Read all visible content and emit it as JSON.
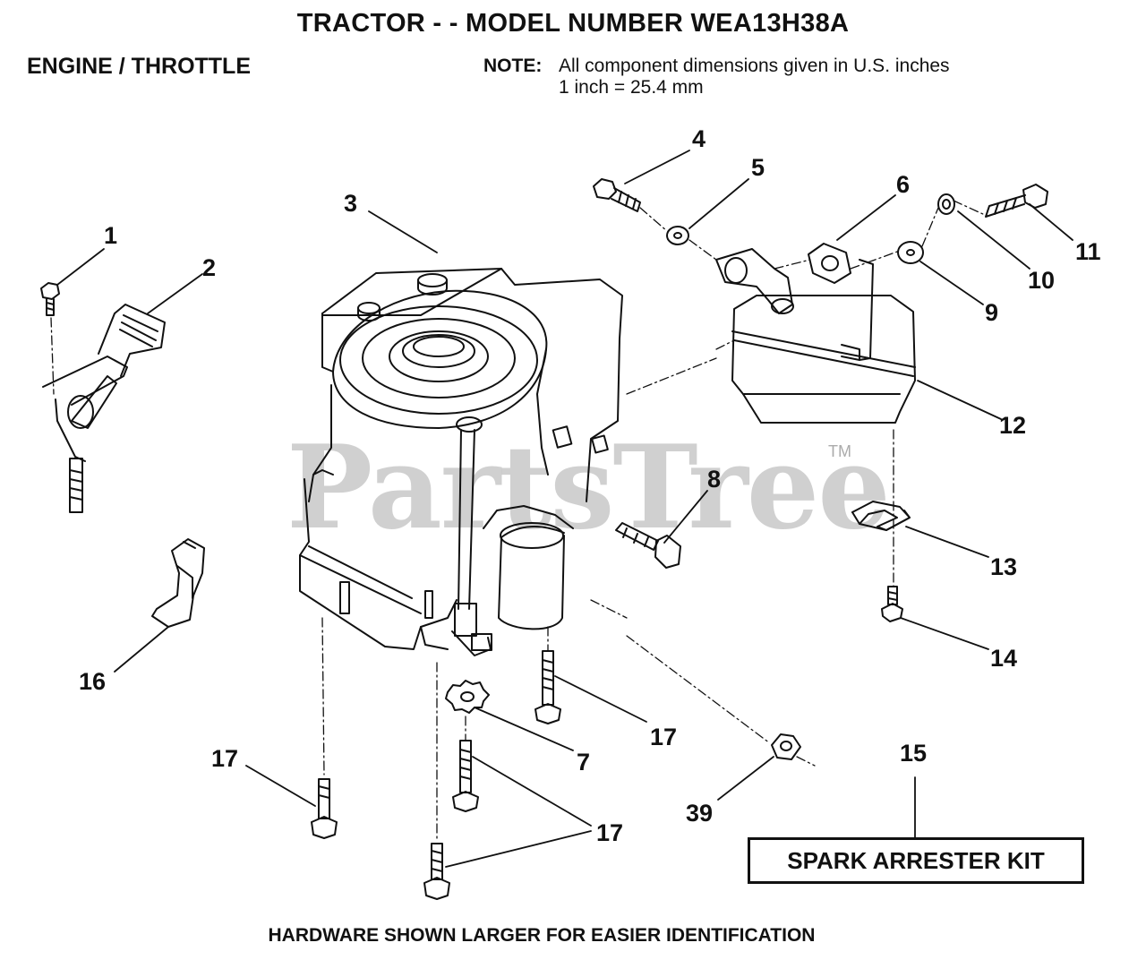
{
  "header": {
    "title": "TRACTOR - - MODEL NUMBER WEA13H38A",
    "section": "ENGINE / THROTTLE",
    "note_label": "NOTE:",
    "note_line1": "All component dimensions given in U.S. inches",
    "note_line2": "1 inch = 25.4 mm"
  },
  "watermark": {
    "text": "PartsTree",
    "tm": "TM"
  },
  "kit_box": {
    "label": "SPARK ARRESTER KIT"
  },
  "footer": {
    "text": "HARDWARE SHOWN LARGER FOR EASIER IDENTIFICATION"
  },
  "callouts": {
    "c1": "1",
    "c2": "2",
    "c3": "3",
    "c4": "4",
    "c5": "5",
    "c6": "6",
    "c7": "7",
    "c8": "8",
    "c9": "9",
    "c10": "10",
    "c11": "11",
    "c12": "12",
    "c13": "13",
    "c14": "14",
    "c15": "15",
    "c16": "16",
    "c17a": "17",
    "c17b": "17",
    "c17c": "17",
    "c39": "39"
  }
}
